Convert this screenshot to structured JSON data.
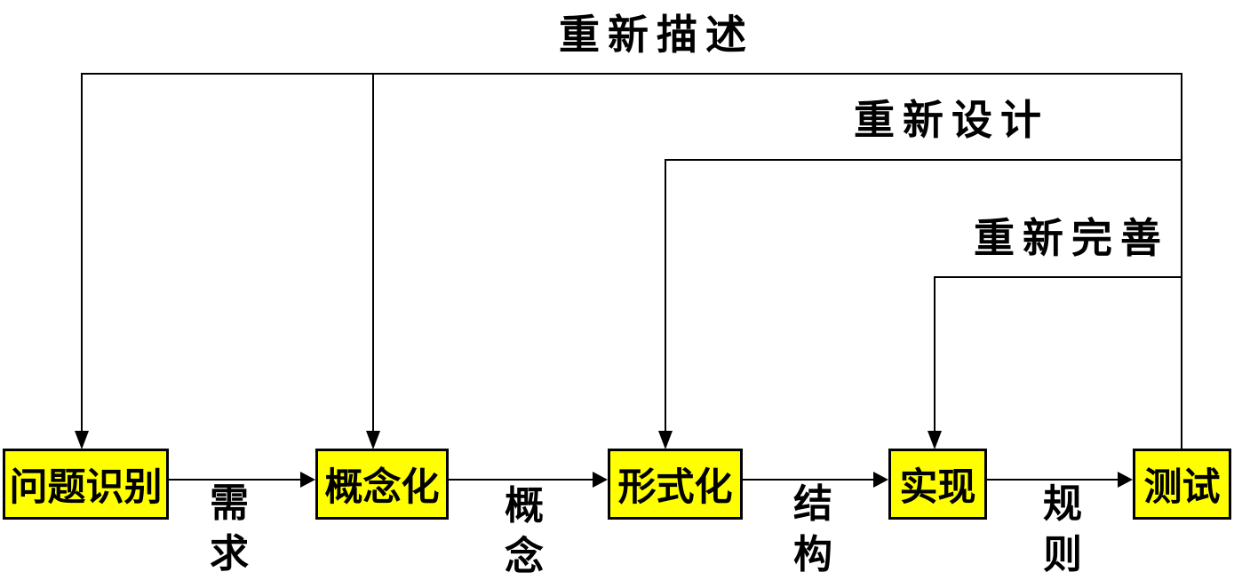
{
  "diagram": {
    "type": "flowchart",
    "colors": {
      "background": "#FFFFFF",
      "node_fill": "#FFFF00",
      "node_border": "#000000",
      "line_color": "#000000",
      "text_color": "#000000"
    },
    "nodes": [
      {
        "id": "problem-identification",
        "label": "问题识别"
      },
      {
        "id": "conceptualization",
        "label": "概念化"
      },
      {
        "id": "formalization",
        "label": "形式化"
      },
      {
        "id": "implementation",
        "label": "实现"
      },
      {
        "id": "testing",
        "label": "测试"
      }
    ],
    "edges": [
      {
        "from": "问题识别",
        "to": "概念化",
        "label": "需求"
      },
      {
        "from": "概念化",
        "to": "形式化",
        "label": "概念"
      },
      {
        "from": "形式化",
        "to": "实现",
        "label": "结构"
      },
      {
        "from": "实现",
        "to": "测试",
        "label": "规则"
      }
    ],
    "feedback": [
      {
        "from": "测试",
        "to": [
          "问题识别",
          "概念化"
        ],
        "label": "重新描述"
      },
      {
        "from": "测试",
        "to": [
          "形式化"
        ],
        "label": "重新设计"
      },
      {
        "from": "测试",
        "to": [
          "实现"
        ],
        "label": "重新完善"
      }
    ]
  }
}
